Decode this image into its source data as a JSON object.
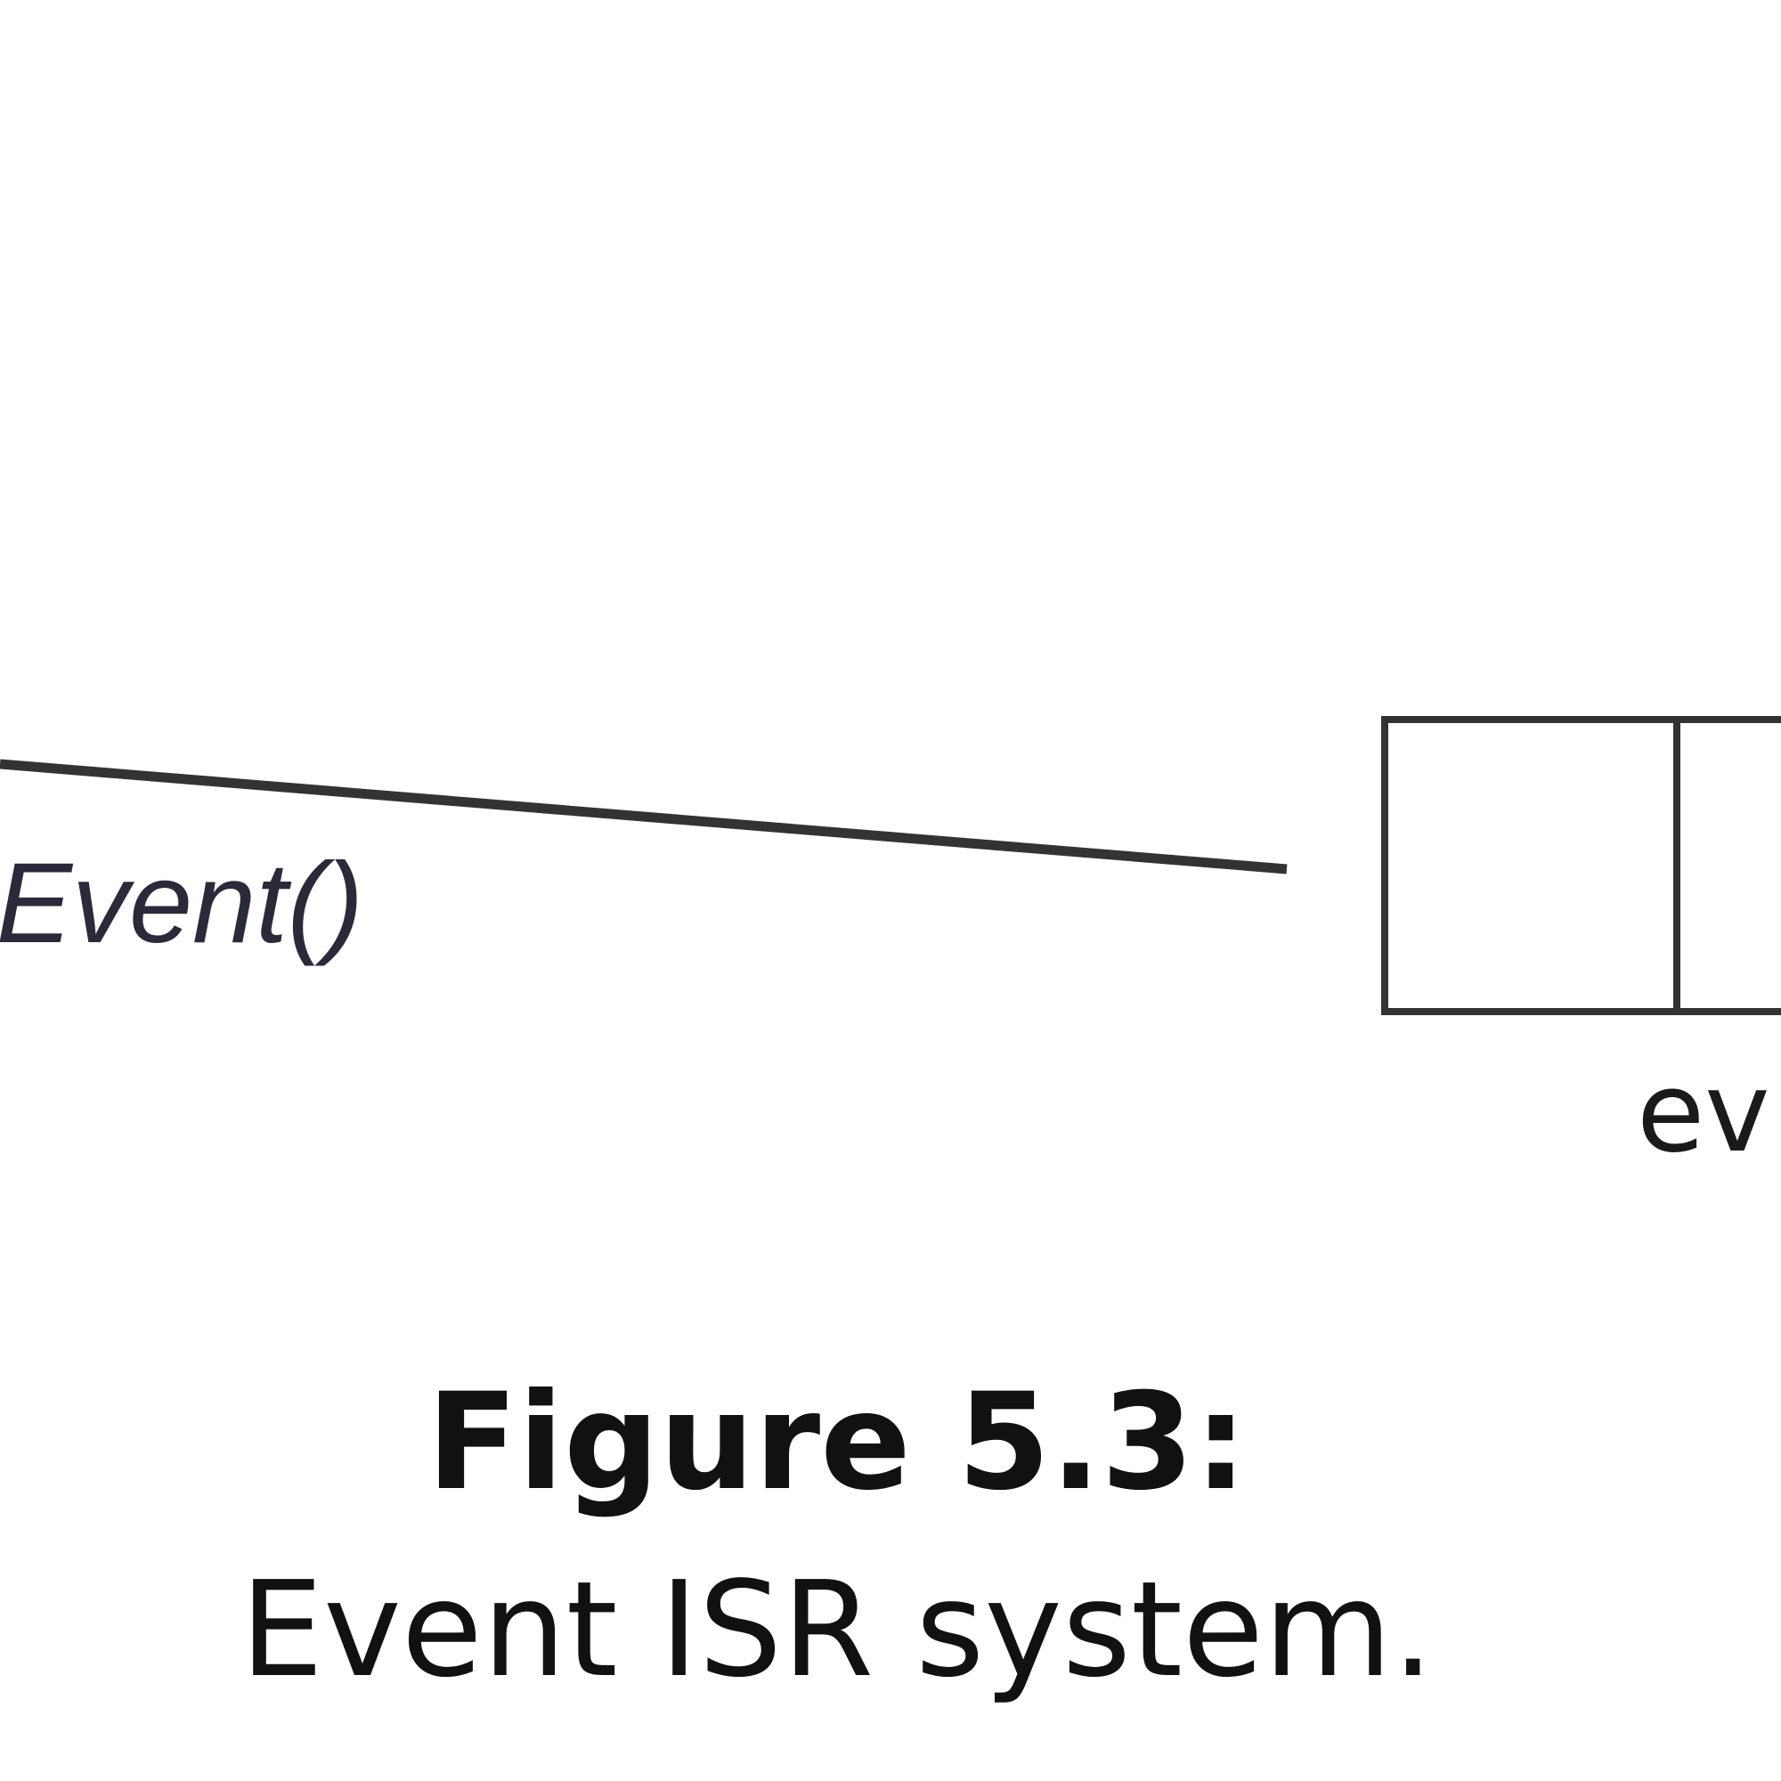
{
  "diagram": {
    "call_label": "tEvent()",
    "queue_label": "ev",
    "colors": {
      "stroke": "#333333",
      "text": "#1a1a1a"
    }
  },
  "caption": {
    "title": "Figure 5.3:",
    "text": "Event ISR system."
  }
}
